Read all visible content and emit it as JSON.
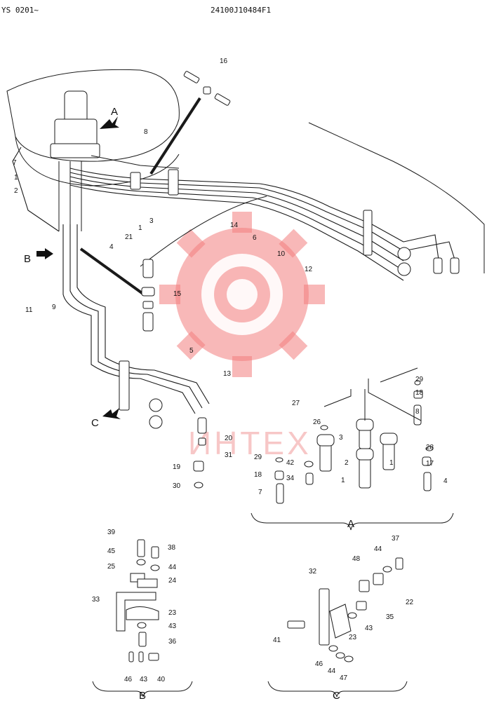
{
  "header": {
    "model_range": "YS 0201~",
    "drawing_number": "24100J10484F1"
  },
  "views": {
    "A": "A",
    "B": "B",
    "C": "C"
  },
  "watermark": {
    "text": "ИНТЕХ",
    "color": "#f27d7d",
    "icon": "gear-logo-icon"
  },
  "callouts": {
    "main": [
      "16",
      "8",
      "7",
      "1",
      "2",
      "3",
      "21",
      "1",
      "4",
      "14",
      "6",
      "10",
      "12",
      "15",
      "5",
      "13",
      "11",
      "9",
      "20",
      "31",
      "19",
      "30"
    ],
    "view_a": [
      "29",
      "18",
      "8",
      "27",
      "26",
      "3",
      "28",
      "29",
      "42",
      "2",
      "1",
      "17",
      "18",
      "34",
      "1",
      "4",
      "7"
    ],
    "view_b": [
      "39",
      "45",
      "38",
      "25",
      "44",
      "24",
      "33",
      "23",
      "43",
      "36",
      "46",
      "43",
      "40"
    ],
    "view_c": [
      "37",
      "44",
      "48",
      "32",
      "22",
      "35",
      "43",
      "41",
      "23",
      "46",
      "44",
      "47"
    ]
  }
}
